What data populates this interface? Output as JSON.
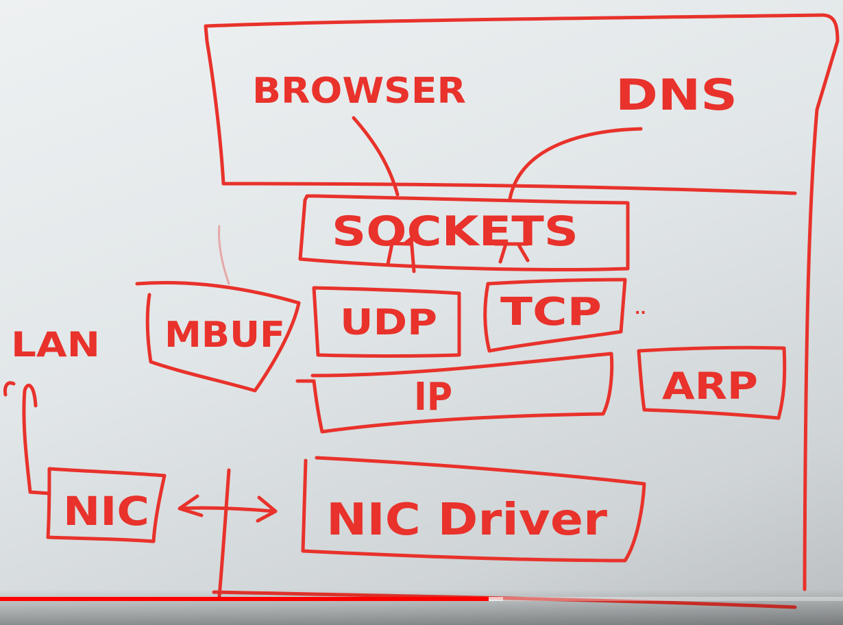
{
  "diagram": {
    "ink_color": "#e8322b",
    "labels": {
      "browser": "BROWSER",
      "dns": "DNS",
      "sockets": "SOCKETS",
      "mbuf": "MBUF",
      "udp": "UDP",
      "tcp": "TCP",
      "ellipsis": "..",
      "ip": "IP",
      "arp": "ARP",
      "lan": "LAN",
      "nic": "NIC",
      "nic_driver": "NIC Driver"
    }
  },
  "player": {
    "played_fraction": 0.58,
    "buffered_fraction": 0.597,
    "played_color": "#ff0000"
  }
}
